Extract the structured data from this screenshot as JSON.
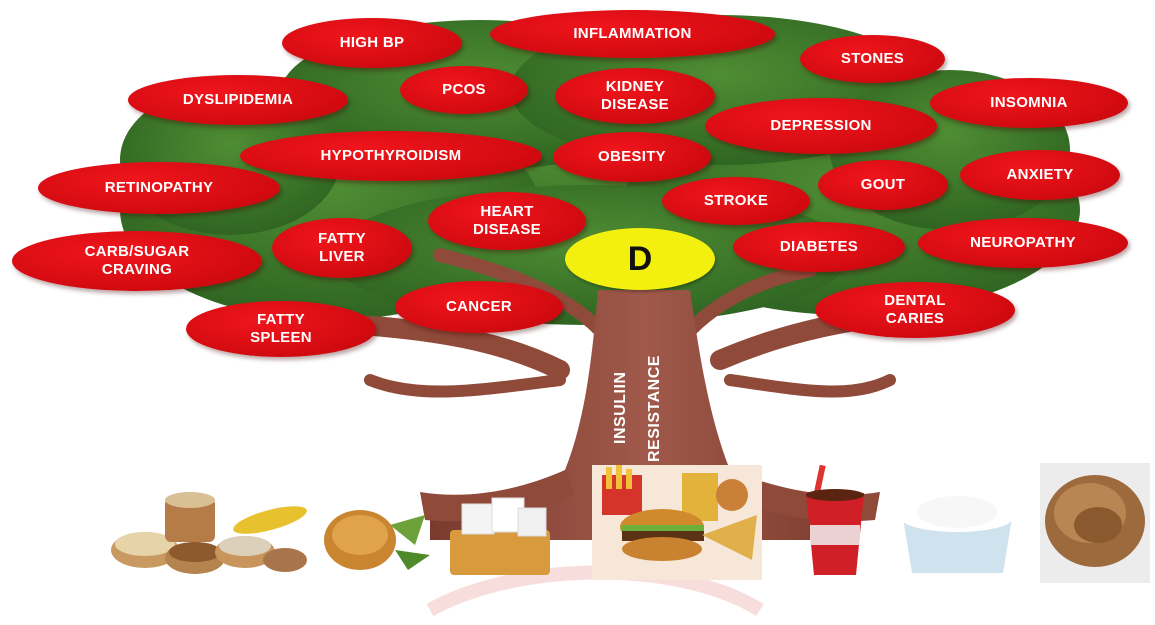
{
  "colors": {
    "oval_red": "#d10a10",
    "oval_text": "#ffffff",
    "center_yellow": "#f3ef0e",
    "canopy_green": "#3f7a2c",
    "trunk_brown": "#8f4a3a"
  },
  "center_label": "D",
  "trunk_labels": [
    "INSULIIN",
    "RESISTANCE"
  ],
  "diseases": [
    "HIGH BP",
    "INFLAMMATION",
    "STONES",
    "DYSLIPIDEMIA",
    "PCOS",
    "KIDNEY\nDISEASE",
    "INSOMNIA",
    "DEPRESSION",
    "HYPOTHYROIDISM",
    "OBESITY",
    "RETINOPATHY",
    "GOUT",
    "ANXIETY",
    "STROKE",
    "HEART\nDISEASE",
    "FATTY\nLIVER",
    "CARB/SUGAR\nCRAVING",
    "DIABETES",
    "NEUROPATHY",
    "CANCER",
    "DENTAL\nCARIES",
    "FATTY\nSPLEEN"
  ],
  "foods": [
    {
      "icon": "grains-bowls-icon"
    },
    {
      "icon": "fried-snacks-icon"
    },
    {
      "icon": "sugar-cubes-icon"
    },
    {
      "icon": "fast-food-icon"
    },
    {
      "icon": "soft-drink-icon"
    },
    {
      "icon": "white-flour-bowl-icon"
    },
    {
      "icon": "seeds-pile-icon"
    }
  ]
}
